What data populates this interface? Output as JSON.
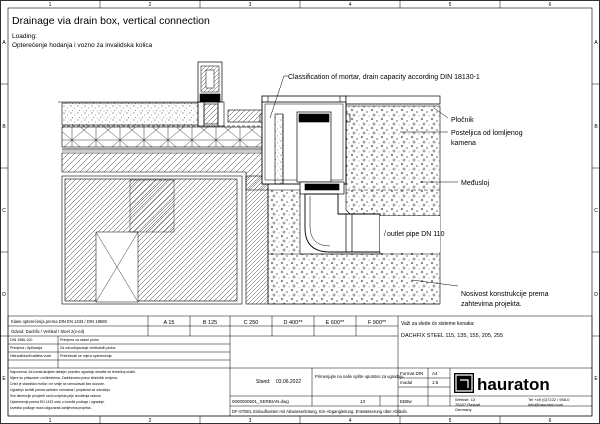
{
  "sheet": {
    "title": "Drainage via drain box, vertical connection",
    "loading_label": "Loading:",
    "loading_value": "Opterećenje hodanja i vozno za invalidska kolica",
    "grid_top": [
      "1",
      "2",
      "3",
      "4",
      "5",
      "6"
    ],
    "grid_side": [
      "A",
      "B",
      "C",
      "D",
      "E"
    ]
  },
  "callouts": {
    "mortar": "Classification of mortar, drain capacity according DIN 18130-1",
    "plocnik": "Pločnik",
    "posteljica_1": "Posteljica od lomljenog",
    "posteljica_2": "kamena",
    "medjusloj": "Međusloj",
    "outlet": "outlet pipe DN 110",
    "nosivost_1": "Nosivost konstrukcije prema",
    "nosivost_2": "zahtevima projekta."
  },
  "title_block": {
    "standard_line": "Klase opterećenja prema DIN EN 1433 / DIN 19580",
    "note_line": "Odvod: Dachfix / Vertikal / Steel 2(x-ed)",
    "classes": [
      "A 15",
      "B 125",
      "C 250",
      "D 400**",
      "E 600**",
      "F 900**"
    ],
    "small_rows": [
      {
        "label": "DIN 1986-100",
        "value": "Primjena za radne plohe"
      },
      {
        "label": "Primjena / Aplikacija",
        "value": "Za odvodnjavanje vertikalnih ploha"
      },
      {
        "label": "Hidraulička/Kvaliteta vode",
        "value": "Pridržavati se mjera opterećenja"
      }
    ],
    "fine_print": [
      "Napomena: Za konstrukcijske detalje i pravilnu ugradnju obratite se tehničkoj službi.",
      "Mjere su prikazane u milimetrima. Zadržavamo pravo tehničkih izmjena.",
      "Crtež je vlasništvo tvrtke i ne smije se umnožavati bez dozvole.",
      "Ugradnju izvršiti prema važećim normama i propisima za odvodnju.",
      "Sve dimenzije provjeriti na licu mjesta prije izvođenja radova.",
      "Opterećenje prema EN 1433 ovisi o izvedbi podloge i ugradnje.",
      "Izvedba podloge mora odgovarati zahtjevima projekta."
    ],
    "right_heading": "Važi za slede će sisteme konaka:",
    "right_system": "DACHFIX STEEL 115, 135, 155, 205, 255",
    "stand_label": "Stand:",
    "stand_value": "03.06.2022",
    "approval_note": "Primenjujte na naše opšte uputstvo za ugradnju.",
    "format_label": "Format DIN",
    "format_value": "A4",
    "modul_label": "modul",
    "modul_value": "1:5",
    "drawing_no": "0000000501_SERBIAN.dwg",
    "page_no": "13",
    "version": "EB8w",
    "footer_line": "DF-STEEL Einlaufkasten mit Abwasserleitung. Ein-Abgangleitung. Entwässerung über Abläufe.",
    "logo_text": "hauraton",
    "address": [
      "Werkstr. 13",
      "76437 Rastatt",
      "Germany"
    ],
    "contact": [
      "Tel +49 (0)7222 / 958-0",
      "info@hauraton.com"
    ]
  },
  "colors": {
    "line": "#000000",
    "background": "#ffffff"
  }
}
